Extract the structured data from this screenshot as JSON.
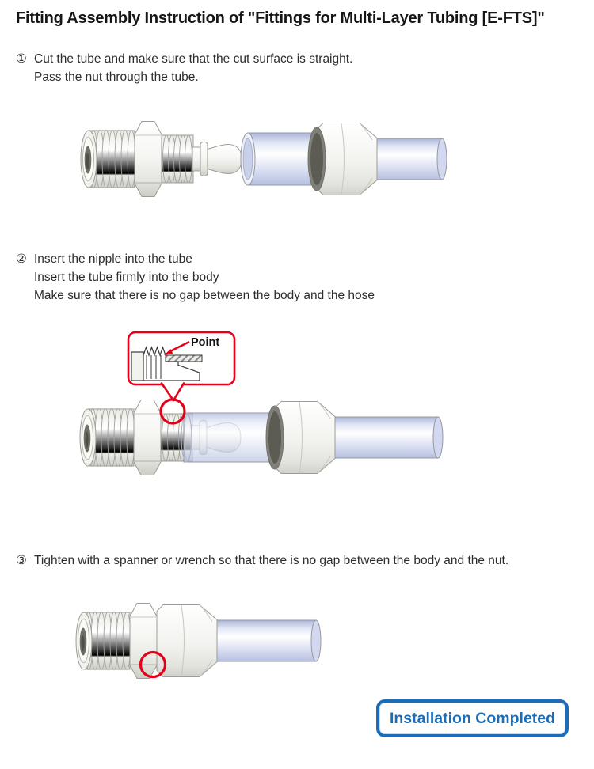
{
  "title": "Fitting Assembly Instruction of \"Fittings for Multi-Layer Tubing [E-FTS]\"",
  "steps": [
    {
      "number": "①",
      "lines": [
        "Cut the tube and make sure that the cut surface is straight.",
        "Pass the nut through the tube."
      ]
    },
    {
      "number": "②",
      "lines": [
        "Insert the nipple into the tube",
        "Insert the tube firmly into the body",
        "Make sure that there is no gap between the body and the hose"
      ]
    },
    {
      "number": "③",
      "lines": [
        "Tighten with a spanner or wrench so that there is no gap between the body and the nut."
      ]
    }
  ],
  "callout": {
    "label": "Point"
  },
  "completion_button": {
    "label": "Installation Completed"
  },
  "colors": {
    "accent_red": "#e50019",
    "accent_blue": "#1b6db7",
    "text": "#2d2d2d",
    "tube_fill": "#c5cde9",
    "metal_outline": "#9c9c96"
  }
}
